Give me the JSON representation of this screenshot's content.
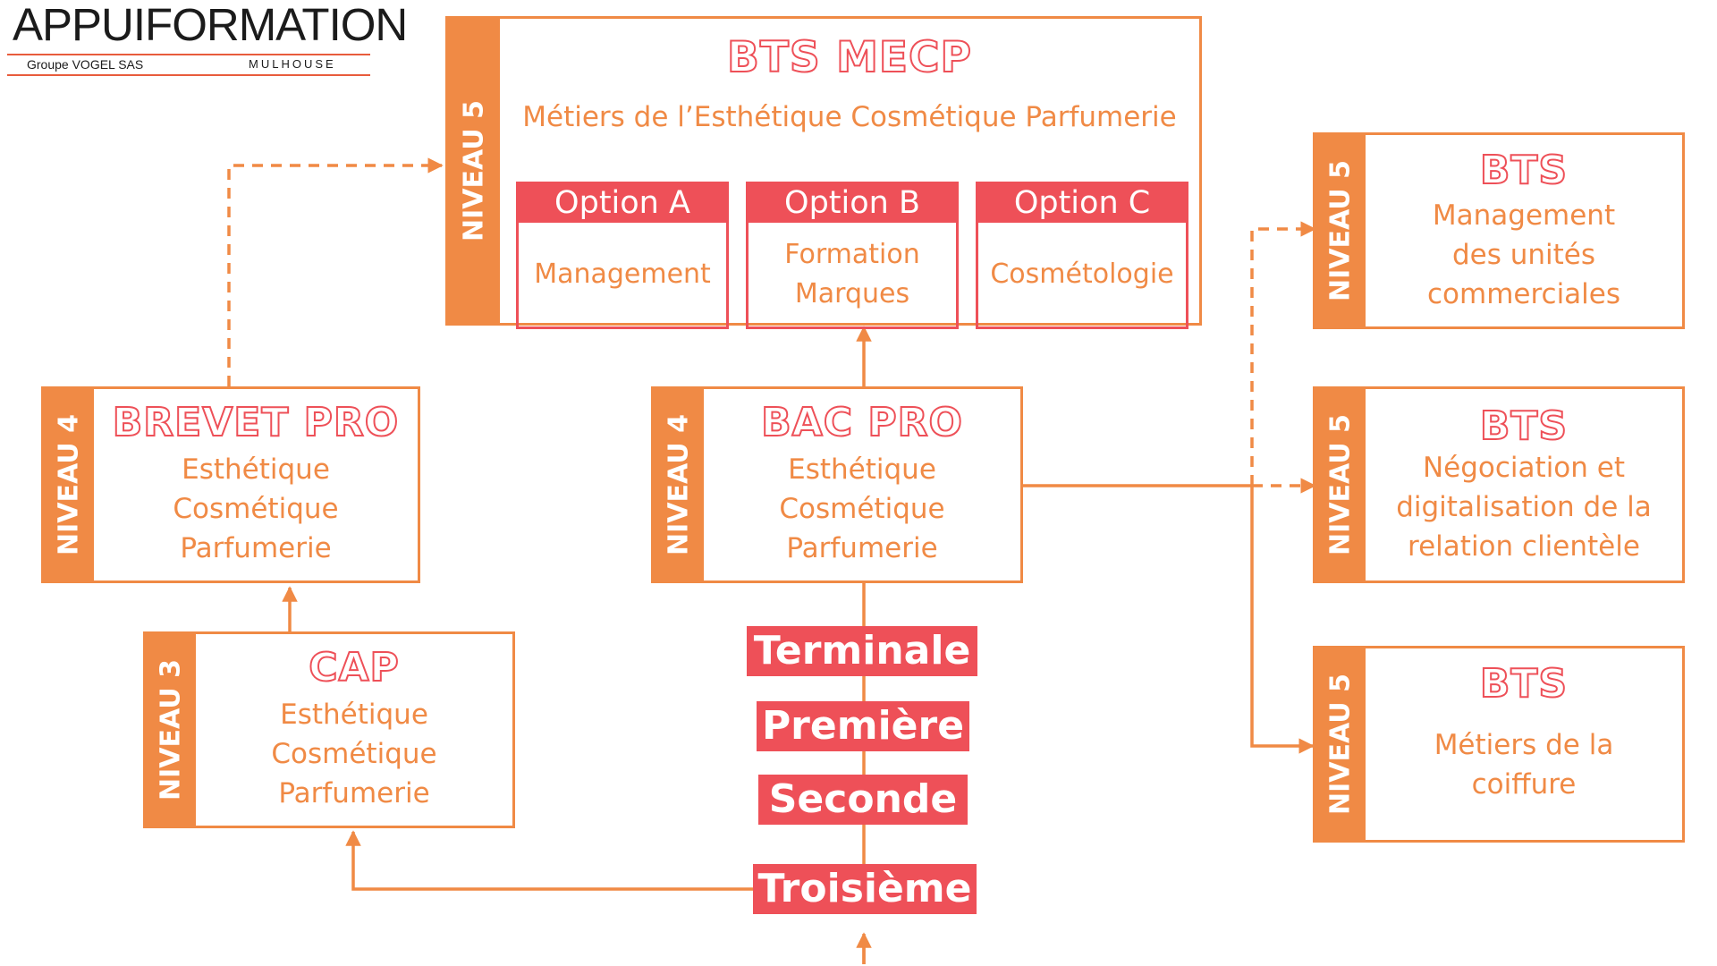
{
  "logo": {
    "title": "APPUIFORMATION",
    "subtitle": "Groupe VOGEL SAS",
    "city": "MULHOUSE"
  },
  "bts_mecp": {
    "level": "NIVEAU 5",
    "title": "BTS MECP",
    "subtitle": "Métiers de l’Esthétique Cosmétique Parfumerie",
    "options": [
      {
        "label": "Option A",
        "text": [
          "Management"
        ]
      },
      {
        "label": "Option B",
        "text": [
          "Formation",
          "Marques"
        ]
      },
      {
        "label": "Option C",
        "text": [
          "Cosmétologie"
        ]
      }
    ]
  },
  "bts_muc": {
    "level": "NIVEAU 5",
    "title": "BTS",
    "lines": [
      "Management",
      "des unités",
      "commerciales"
    ]
  },
  "bts_ndrc": {
    "level": "NIVEAU 5",
    "title": "BTS",
    "lines": [
      "Négociation et",
      "digitalisation de la",
      "relation clientèle"
    ]
  },
  "bts_coiffure": {
    "level": "NIVEAU 5",
    "title": "BTS",
    "lines": [
      "Métiers de la",
      "coiffure"
    ]
  },
  "brevet_pro": {
    "level": "NIVEAU 4",
    "title": "BREVET PRO",
    "lines": [
      "Esthétique",
      "Cosmétique",
      "Parfumerie"
    ]
  },
  "bac_pro": {
    "level": "NIVEAU 4",
    "title": "BAC PRO",
    "lines": [
      "Esthétique",
      "Cosmétique",
      "Parfumerie"
    ]
  },
  "cap": {
    "level": "NIVEAU 3",
    "title": "CAP",
    "lines": [
      "Esthétique",
      "Cosmétique",
      "Parfumerie"
    ]
  },
  "years": {
    "terminale": "Terminale",
    "premiere": "Première",
    "seconde": "Seconde",
    "troisieme": "Troisième"
  },
  "colors": {
    "orange": "#f08a45",
    "red": "#ee5058"
  }
}
